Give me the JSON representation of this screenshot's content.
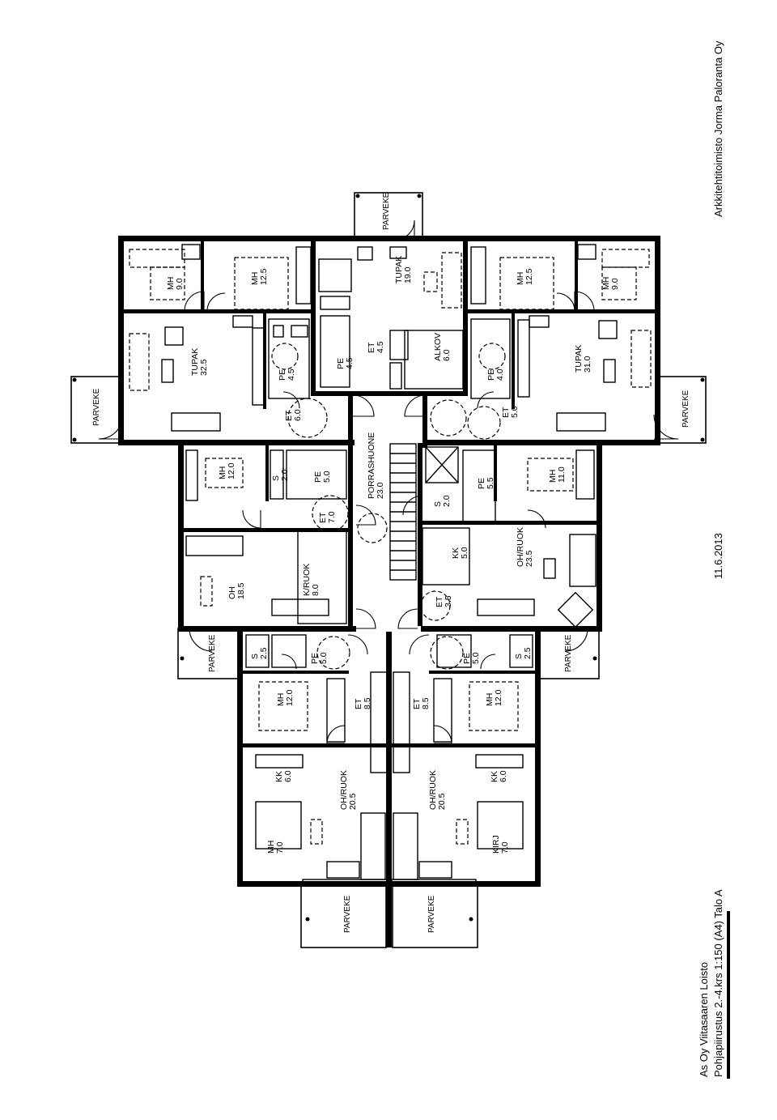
{
  "drawing": {
    "title_line1": "As Oy Viitasaaren Loisto",
    "title_line2": "Pohjapiirustus 2.-4.krs 1:150 (A4) Talo A",
    "date": "11.6.2013",
    "architect": "Arkkitehtitoimisto Jorma Paloranta Oy"
  },
  "rooms": {
    "parveke_top": "PARVEKE",
    "parveke_ul": "PARVEKE",
    "parveke_ur": "PARVEKE",
    "parveke_ml": "PARVEKE",
    "parveke_mr": "PARVEKE",
    "parveke_bl": "PARVEKE",
    "parveke_br": "PARVEKE",
    "mh_ul1": [
      "MH",
      "9.0"
    ],
    "mh_ul2": [
      "MH",
      "12.5"
    ],
    "tupak_ul": [
      "TUPAK",
      "32.5"
    ],
    "pe_ul": [
      "PE",
      "4.5"
    ],
    "et_ul": [
      "ET",
      "6.0"
    ],
    "tupak_top": [
      "TUPAK",
      "19.0"
    ],
    "alkov": [
      "ALKOV",
      "6.0"
    ],
    "pe_top": [
      "PE",
      "4.5"
    ],
    "et_top": [
      "ET",
      "4.5"
    ],
    "mh_ur1": [
      "MH",
      "12.5"
    ],
    "mh_ur2": [
      "MH",
      "9.0"
    ],
    "tupak_ur": [
      "TUPAK",
      "31.0"
    ],
    "pe_ur": [
      "PE",
      "4.0"
    ],
    "et_ur": [
      "ET",
      "5.0"
    ],
    "mh_ml": [
      "MH",
      "12.0"
    ],
    "s_ml": [
      "S",
      "2.0"
    ],
    "pe_ml": [
      "PE",
      "5.0"
    ],
    "et_ml": [
      "ET",
      "7.0"
    ],
    "oh_ml": [
      "OH",
      "18.5"
    ],
    "kruok_ml": [
      "K/RUOK",
      "8.0"
    ],
    "porras": [
      "PORRASHUONE",
      "23.0"
    ],
    "mh_mr": [
      "MH",
      "11.0"
    ],
    "pe_mr": [
      "PE",
      "5.5"
    ],
    "s_mr": [
      "S",
      "2.0"
    ],
    "kk_mr": [
      "KK",
      "5.0"
    ],
    "ohruok_mr": [
      "OH/RUOK",
      "23.5"
    ],
    "et_mr": [
      "ET",
      "3.5"
    ],
    "s_bl": [
      "S",
      "2.5"
    ],
    "pe_bl": [
      "PE",
      "5.0"
    ],
    "mh_bl": [
      "MH",
      "12.0"
    ],
    "et_bl": [
      "ET",
      "8.5"
    ],
    "kk_bl": [
      "KK",
      "6.0"
    ],
    "ohruok_bl": [
      "OH/RUOK",
      "20.5"
    ],
    "mh_bl2": [
      "MH",
      "7.0"
    ],
    "pe_br": [
      "PE",
      "5.0"
    ],
    "s_br": [
      "S",
      "2.5"
    ],
    "mh_br": [
      "MH",
      "12.0"
    ],
    "et_br": [
      "ET",
      "8.5"
    ],
    "kk_br": [
      "KK",
      "6.0"
    ],
    "ohruok_br": [
      "OH/RUOK",
      "20.5"
    ],
    "kirj_br": [
      "KIRJ",
      "7.0"
    ]
  }
}
